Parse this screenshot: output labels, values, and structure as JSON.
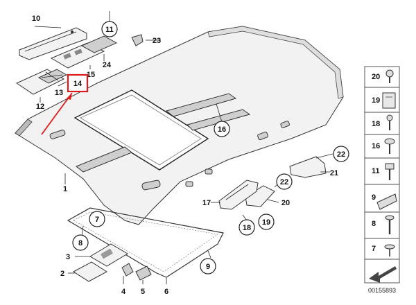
{
  "diagram": {
    "code": "00155893",
    "plain_labels": [
      {
        "id": "l10",
        "text": "10"
      },
      {
        "id": "l23",
        "text": "23"
      },
      {
        "id": "l24",
        "text": "24"
      },
      {
        "id": "l15",
        "text": "15"
      },
      {
        "id": "l13",
        "text": "13"
      },
      {
        "id": "l12",
        "text": "12"
      },
      {
        "id": "l1",
        "text": "1"
      },
      {
        "id": "l21",
        "text": "21"
      },
      {
        "id": "l17",
        "text": "17"
      },
      {
        "id": "l20",
        "text": "20"
      },
      {
        "id": "l3",
        "text": "3"
      },
      {
        "id": "l2",
        "text": "2"
      },
      {
        "id": "l4",
        "text": "4"
      },
      {
        "id": "l5",
        "text": "5"
      },
      {
        "id": "l6",
        "text": "6"
      }
    ],
    "circled_labels": [
      {
        "id": "c11",
        "text": "11"
      },
      {
        "id": "c16",
        "text": "16"
      },
      {
        "id": "c22a",
        "text": "22"
      },
      {
        "id": "c22b",
        "text": "22"
      },
      {
        "id": "c7",
        "text": "7"
      },
      {
        "id": "c8",
        "text": "8"
      },
      {
        "id": "c18",
        "text": "18"
      },
      {
        "id": "c19",
        "text": "19"
      },
      {
        "id": "c9",
        "text": "9"
      }
    ],
    "highlighted_label": "14",
    "side_panel": [
      "20",
      "19",
      "18",
      "16",
      "11",
      "9",
      "8",
      "7"
    ]
  },
  "colors": {
    "highlight": "#e01818",
    "line": "#222222",
    "part_fill": "#f2f2f2"
  }
}
